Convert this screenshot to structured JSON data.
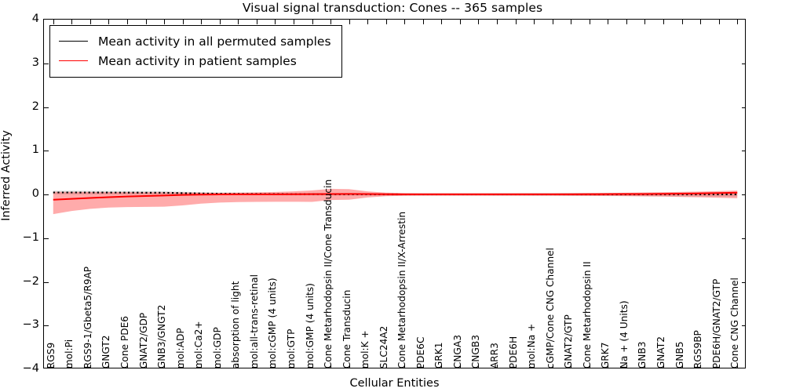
{
  "chart_data": {
    "type": "line",
    "title": "Visual signal transduction: Cones -- 365 samples",
    "xlabel": "Cellular Entities",
    "ylabel": "Inferred Activity",
    "ylim": [
      -4,
      4
    ],
    "yticks": [
      -4,
      -3,
      -2,
      -1,
      0,
      1,
      2,
      3,
      4
    ],
    "grid": false,
    "legend_position": "upper left",
    "sample_count": 365,
    "categories": [
      "RGS9",
      "mol:Pi",
      "RGS9-1/Gbeta5/R9AP",
      "GNGT2",
      "Cone PDE6",
      "GNAT2/GDP",
      "GNB3/GNGT2",
      "mol:ADP",
      "mol:Ca2+",
      "mol:GDP",
      "absorption of light",
      "mol:all-trans-retinal",
      "mol:cGMP (4 units)",
      "mol:GTP",
      "mol:GMP (4 units)",
      "Cone Metarhodopsin II/Cone Transducin",
      "Cone Transducin",
      "mol:K +",
      "SLC24A2",
      "Cone Metarhodopsin II/X-Arrestin",
      "PDE6C",
      "GRK1",
      "CNGA3",
      "CNGB3",
      "ARR3",
      "PDE6H",
      "mol:Na +",
      "cGMP/Cone CNG Channel",
      "GNAT2/GTP",
      "Cone Metarhodopsin II",
      "GRK7",
      "Na + (4 Units)",
      "GNB3",
      "GNAT2",
      "GNB5",
      "RGS9BP",
      "PDE6H/GNAT2/GTP",
      "Cone CNG Channel"
    ],
    "series": [
      {
        "name": "Mean activity in all permuted samples",
        "color": "#000000",
        "style": "dotted",
        "values": [
          0.045,
          0.045,
          0.044,
          0.043,
          0.042,
          0.04,
          0.038,
          0.03,
          0.022,
          0.016,
          0.012,
          0.01,
          0.008,
          0.006,
          0.005,
          0.004,
          0.003,
          0.002,
          0.001,
          0.0,
          0.0,
          0.0,
          0.0,
          0.0,
          0.0,
          0.0,
          0.0,
          0.0,
          0.0,
          0.0,
          0.0,
          0.0,
          0.0,
          0.0,
          0.0,
          0.0,
          0.0,
          0.0
        ],
        "band_upper": [
          0.085,
          0.085,
          0.083,
          0.081,
          0.079,
          0.076,
          0.072,
          0.06,
          0.05,
          0.043,
          0.04,
          0.038,
          0.036,
          0.034,
          0.033,
          0.032,
          0.031,
          0.03,
          0.03,
          0.029,
          0.029,
          0.029,
          0.029,
          0.03,
          0.031,
          0.032,
          0.033,
          0.034,
          0.035,
          0.036,
          0.037,
          0.038,
          0.039,
          0.04,
          0.042,
          0.044,
          0.046,
          0.048
        ],
        "band_lower": [
          0.005,
          0.005,
          0.005,
          0.005,
          0.005,
          0.004,
          0.004,
          0.0,
          -0.006,
          -0.011,
          -0.016,
          -0.018,
          -0.02,
          -0.022,
          -0.023,
          -0.024,
          -0.025,
          -0.026,
          -0.028,
          -0.029,
          -0.029,
          -0.029,
          -0.029,
          -0.03,
          -0.031,
          -0.032,
          -0.033,
          -0.034,
          -0.035,
          -0.036,
          -0.037,
          -0.038,
          -0.039,
          -0.04,
          -0.042,
          -0.044,
          -0.046,
          -0.048
        ]
      },
      {
        "name": "Mean activity in patient samples",
        "color": "#ff0000",
        "style": "solid",
        "values": [
          -0.12,
          -0.1,
          -0.08,
          -0.062,
          -0.048,
          -0.035,
          -0.024,
          -0.012,
          -0.004,
          0.0,
          0.002,
          0.003,
          0.003,
          0.004,
          0.006,
          0.01,
          0.012,
          0.008,
          0.004,
          0.002,
          0.002,
          0.002,
          0.002,
          0.002,
          0.002,
          0.002,
          0.002,
          0.002,
          0.003,
          0.004,
          0.006,
          0.008,
          0.01,
          0.014,
          0.018,
          0.024,
          0.032,
          0.04
        ],
        "band_upper": [
          0.06,
          0.058,
          0.056,
          0.054,
          0.052,
          0.05,
          0.048,
          0.044,
          0.04,
          0.038,
          0.04,
          0.046,
          0.056,
          0.07,
          0.092,
          0.128,
          0.12,
          0.07,
          0.04,
          0.03,
          0.028,
          0.026,
          0.026,
          0.026,
          0.026,
          0.026,
          0.027,
          0.028,
          0.03,
          0.032,
          0.034,
          0.038,
          0.044,
          0.05,
          0.058,
          0.066,
          0.076,
          0.088
        ],
        "band_lower": [
          -0.45,
          -0.38,
          -0.33,
          -0.3,
          -0.29,
          -0.285,
          -0.28,
          -0.25,
          -0.21,
          -0.185,
          -0.175,
          -0.17,
          -0.168,
          -0.168,
          -0.17,
          -0.128,
          -0.12,
          -0.07,
          -0.04,
          -0.03,
          -0.028,
          -0.026,
          -0.026,
          -0.026,
          -0.026,
          -0.026,
          -0.027,
          -0.028,
          -0.03,
          -0.032,
          -0.034,
          -0.038,
          -0.044,
          -0.05,
          -0.058,
          -0.066,
          -0.076,
          -0.088
        ]
      }
    ],
    "legend": [
      {
        "label": "Mean activity in all permuted samples",
        "color": "#000000"
      },
      {
        "label": "Mean activity in patient samples",
        "color": "#ff0000"
      }
    ]
  }
}
